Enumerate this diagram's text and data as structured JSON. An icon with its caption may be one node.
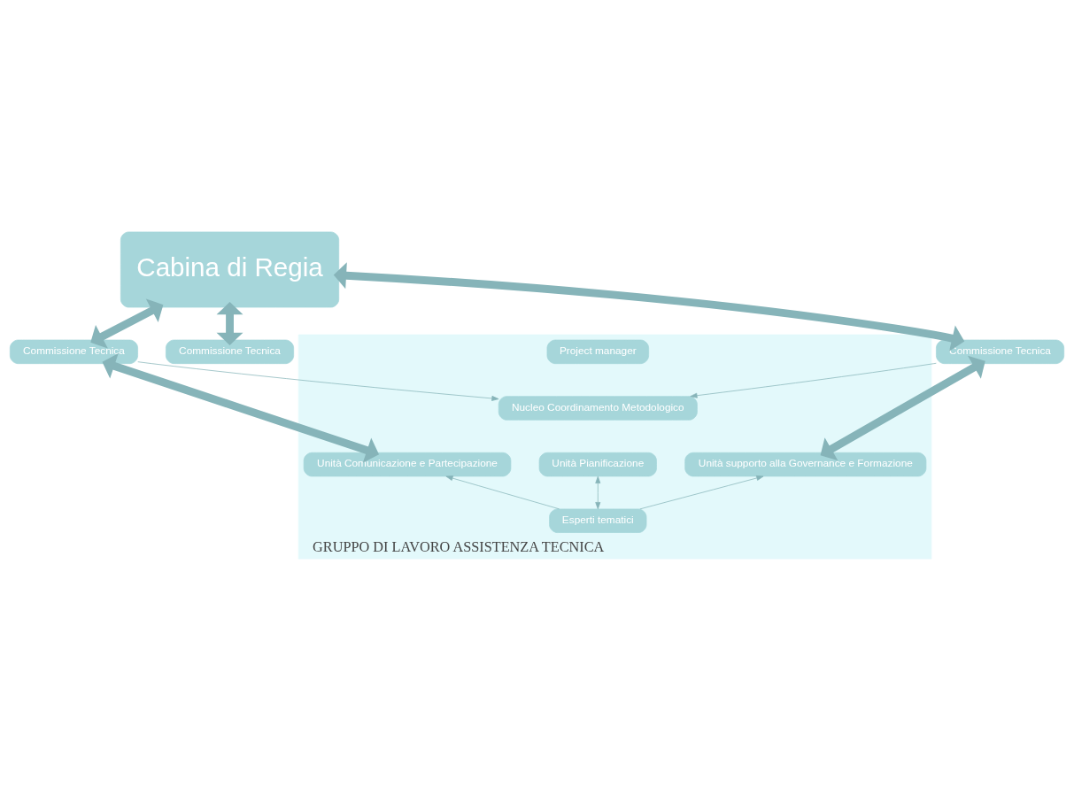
{
  "diagram": {
    "nodes": [
      {
        "text": [
          "Cabina di Regia"
        ]
      },
      {
        "text": [
          "Commissione Tecnica"
        ]
      },
      {
        "text": [
          "Commissione Tecnica"
        ]
      },
      {
        "text": [
          "Commissione Tecnica"
        ]
      },
      {
        "text": [
          "GRUPPO DI LAVORO ASSISTENZA TECNICA"
        ]
      },
      {
        "text": [
          "Project manager"
        ],
        "in": 4
      },
      {
        "text": [
          "Nucleo Coordinamento Metodologico"
        ],
        "in": 4
      },
      {
        "text": [
          "Unità Comunicazione e Partecipazione"
        ],
        "in": 4
      },
      {
        "text": [
          "Unità Pianificazione"
        ],
        "in": 4
      },
      {
        "text": [
          "Unità supporto alla Governance e Formazione"
        ],
        "in": 4
      },
      {
        "text": [
          "Esperti tematici"
        ],
        "in": 4
      }
    ],
    "edges": [
      {
        "from": 0,
        "to": 1,
        "arrow": "both",
        "style": "thick"
      },
      {
        "from": 0,
        "to": 2,
        "arrow": "both",
        "style": "thick"
      },
      {
        "from": 0,
        "to": 3,
        "arrow": "both",
        "style": "thick"
      },
      {
        "from": 1,
        "to": 7,
        "arrow": "both",
        "style": "thick"
      },
      {
        "from": 3,
        "to": 9,
        "arrow": "both",
        "style": "thick"
      },
      {
        "from": 1,
        "to": 6,
        "arrow": "to"
      },
      {
        "from": 3,
        "to": 6,
        "arrow": "to"
      },
      {
        "from": 8,
        "to": 10,
        "arrow": "both"
      },
      {
        "from": 10,
        "to": 7,
        "arrow": "to"
      },
      {
        "from": 10,
        "to": 9,
        "arrow": "to"
      }
    ]
  }
}
